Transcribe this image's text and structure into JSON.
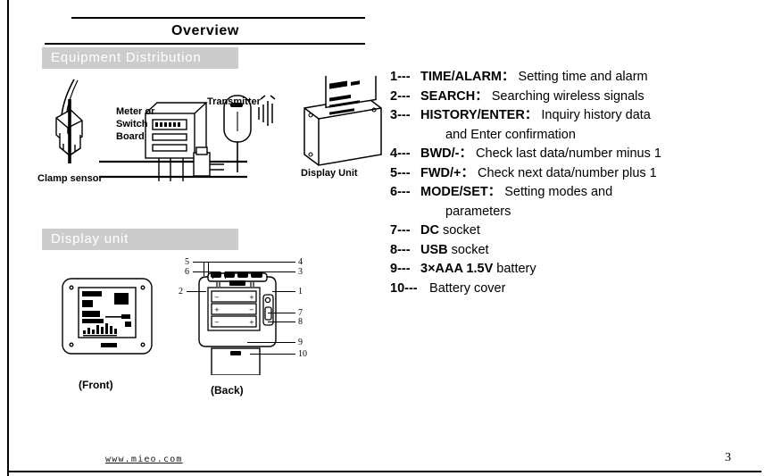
{
  "page": {
    "title": "Overview",
    "page_number": "3",
    "footer_url": "www.mieo.com"
  },
  "sections": {
    "equipment": {
      "band_label": "Equipment Distribution"
    },
    "display": {
      "band_label": "Display unit"
    }
  },
  "equipment_diagram": {
    "labels": {
      "clamp_sensor": "Clamp sensor",
      "meter_or_switch_board": "Meter or\nSwitch\nBoard",
      "transmitter": "Transmitter",
      "display_unit": "Display Unit"
    }
  },
  "display_unit_diagram": {
    "front_caption": "(Front)",
    "back_caption": "(Back)",
    "callouts": [
      "1",
      "2",
      "3",
      "4",
      "5",
      "6",
      "7",
      "8",
      "9",
      "10"
    ]
  },
  "spec_list": [
    {
      "num": "1---",
      "key": "TIME/ALARM",
      "colon": "：",
      "value": "Setting time and alarm",
      "cont": ""
    },
    {
      "num": "2---",
      "key": "SEARCH",
      "colon": "：",
      "value": "Searching wireless signals",
      "cont": ""
    },
    {
      "num": "3---",
      "key": "HISTORY/ENTER",
      "colon": "：",
      "value": "Inquiry history data",
      "cont": "and Enter confirmation"
    },
    {
      "num": "4---",
      "key": "BWD/-",
      "colon": "：",
      "value": "Check last data/number minus 1",
      "cont": ""
    },
    {
      "num": "5---",
      "key": "FWD/+",
      "colon": "：",
      "value": "Check next data/number plus 1",
      "cont": ""
    },
    {
      "num": "6---",
      "key": "MODE/SET",
      "colon": "：",
      "value": "Setting modes and",
      "cont": "parameters"
    },
    {
      "num": "7---",
      "key": "DC",
      "colon": "",
      "value": "socket",
      "cont": ""
    },
    {
      "num": "8---",
      "key": "USB",
      "colon": "",
      "value": "socket",
      "cont": ""
    },
    {
      "num": "9---",
      "key": "3×AAA  1.5V",
      "colon": "",
      "value": "battery",
      "cont": ""
    },
    {
      "num": "10---",
      "key": "",
      "colon": "",
      "value": "Battery cover",
      "cont": ""
    }
  ],
  "colors": {
    "band_background": "#cccccc",
    "band_text": "#ffffff",
    "ink": "#000000",
    "paper": "#ffffff"
  }
}
